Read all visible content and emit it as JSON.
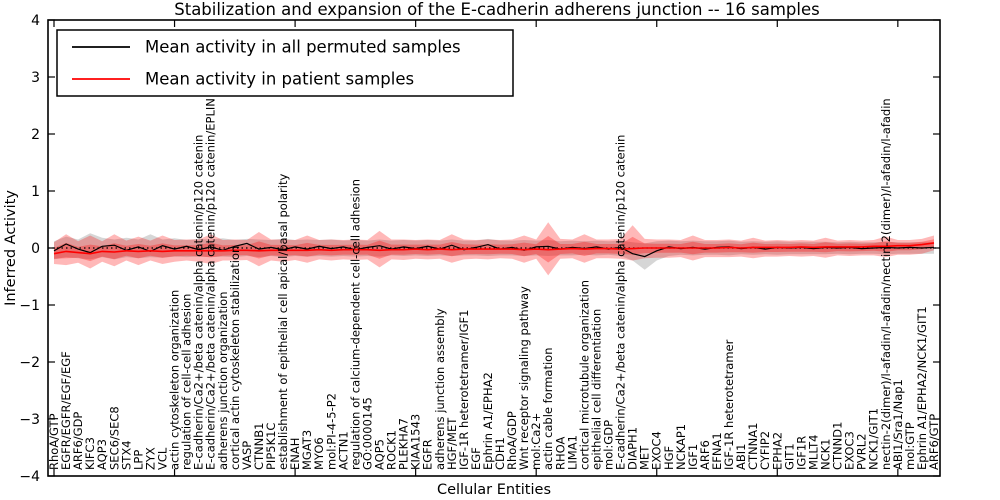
{
  "title": "Stabilization and expansion of the E-cadherin adherens junction -- 16 samples",
  "chart_data": {
    "type": "line",
    "title": "Stabilization and expansion of the E-cadherin adherens junction -- 16 samples",
    "xlabel": "Cellular Entities",
    "ylabel": "Inferred Activity",
    "ylim": [
      -4,
      4
    ],
    "yticks": [
      4,
      3,
      2,
      1,
      0,
      -1,
      -2,
      -3,
      -4
    ],
    "grid": false,
    "zero_line": "dotted",
    "legend_position": "upper left",
    "legend": [
      {
        "label": "Mean activity in all permuted samples",
        "color": "#000000"
      },
      {
        "label": "Mean activity in patient samples",
        "color": "#ff0000"
      }
    ],
    "categories": [
      "RhoA/GTP",
      "EGFR/EGFR/EGF/EGF",
      "ARF6/GDP",
      "KIFC3",
      "AQP3",
      "SEC6/SEC8",
      "STX4",
      "LPP",
      "ZYX",
      "VCL",
      "actin cytoskeleton organization",
      "regulation of cell-cell adhesion",
      "E-cadherin/Ca2+/beta catenin/alpha catenin/p120 catenin",
      "E-cadherin/Ca2+/beta catenin/alpha catenin/p120 catenin/EPLIN",
      "adherens junction organization",
      "cortical actin cytoskeleton stabilization",
      "VASP",
      "CTNNB1",
      "PIP5K1C",
      "establishment of epithelial cell apical/basal polarity",
      "ENAH",
      "MGAT3",
      "MYO6",
      "mol:PI-4-5-P2",
      "ACTN1",
      "regulation of calcium-dependent cell-cell adhesion",
      "GO:0000145",
      "AQP5",
      "ROCK1",
      "PLEKHA7",
      "KIAA1543",
      "EGFR",
      "adherens junction assembly",
      "HGF/MET",
      "IGF-1R heterotetramer/IGF1",
      "EGF",
      "Ephrin A1/EPHA2",
      "CDH1",
      "RhoA/GDP",
      "Wnt receptor signaling pathway",
      "mol:Ca2+",
      "actin cable formation",
      "RHOA",
      "LIMA1",
      "cortical microtubule organization",
      "epithelial cell differentiation",
      "mol:GDP",
      "E-cadherin/Ca2+/beta catenin/alpha catenin/p120 catenin",
      "DIAPH1",
      "MET",
      "EXOC4",
      "HGF",
      "NCKAP1",
      "IGF1",
      "ARF6",
      "EFNA1",
      "IGF-1R heterotetramer",
      "ABI1",
      "CTNNA1",
      "CYFIP2",
      "EPHA2",
      "GIT1",
      "IGF1R",
      "MLLT4",
      "NCK1",
      "CTNND1",
      "EXOC3",
      "PVRL2",
      "NCK1/GIT1",
      "nectin-2(dimer)/l-afadin/l-afadin/nectin-2(dimer)/l-afadin/l-afadin",
      "ABI1/Sra1/Nap1",
      "mol:GTP",
      "Ephrin A1/EPHA2/NCK1/GIT1",
      "ARF6/GTP"
    ],
    "series": [
      {
        "name": "Mean activity in all permuted samples",
        "color": "#000000",
        "band_color": "#999999",
        "values": [
          -0.05,
          0.07,
          -0.02,
          -0.08,
          0.03,
          0.05,
          -0.04,
          0.02,
          -0.06,
          0.04,
          -0.02,
          0.03,
          -0.03,
          0.02,
          -0.04,
          0.03,
          0.08,
          -0.02,
          0.01,
          -0.03,
          0.02,
          -0.02,
          0.03,
          -0.01,
          0.02,
          -0.03,
          0.01,
          0.04,
          -0.02,
          0.02,
          -0.01,
          0.03,
          -0.02,
          0.05,
          -0.03,
          0.01,
          0.06,
          -0.02,
          0.01,
          -0.04,
          0.02,
          0.03,
          -0.02,
          0.01,
          -0.01,
          0.02,
          -0.02,
          0.01,
          -0.1,
          -0.15,
          -0.05,
          0.02,
          -0.01,
          0.01,
          -0.02,
          0.01,
          0.02,
          -0.01,
          0.01,
          -0.02,
          0.01,
          0.0,
          0.01,
          -0.01,
          0.01,
          0.0,
          0.01,
          -0.01,
          0.0,
          0.01,
          0.0,
          0.01,
          0.0,
          0.01
        ],
        "band_upper": [
          0.12,
          0.2,
          0.15,
          0.26,
          0.18,
          0.15,
          0.18,
          0.15,
          0.24,
          0.15,
          0.17,
          0.14,
          0.16,
          0.15,
          0.17,
          0.14,
          0.16,
          0.15,
          0.14,
          0.16,
          0.14,
          0.15,
          0.14,
          0.15,
          0.13,
          0.14,
          0.13,
          0.15,
          0.13,
          0.14,
          0.13,
          0.14,
          0.13,
          0.15,
          0.13,
          0.13,
          0.16,
          0.13,
          0.13,
          0.14,
          0.13,
          0.14,
          0.12,
          0.13,
          0.12,
          0.13,
          0.12,
          0.13,
          0.1,
          0.08,
          0.12,
          0.13,
          0.12,
          0.13,
          0.12,
          0.12,
          0.13,
          0.11,
          0.12,
          0.11,
          0.12,
          0.11,
          0.11,
          0.11,
          0.11,
          0.1,
          0.11,
          0.1,
          0.1,
          0.11,
          0.1,
          0.1,
          0.1,
          0.1
        ],
        "band_lower": [
          -0.2,
          -0.16,
          -0.18,
          -0.2,
          -0.16,
          -0.2,
          -0.16,
          -0.18,
          -0.16,
          -0.17,
          -0.15,
          -0.16,
          -0.15,
          -0.16,
          -0.15,
          -0.16,
          -0.14,
          -0.16,
          -0.14,
          -0.16,
          -0.14,
          -0.15,
          -0.14,
          -0.15,
          -0.14,
          -0.15,
          -0.14,
          -0.15,
          -0.13,
          -0.14,
          -0.13,
          -0.14,
          -0.13,
          -0.14,
          -0.13,
          -0.13,
          -0.14,
          -0.13,
          -0.13,
          -0.14,
          -0.13,
          -0.14,
          -0.13,
          -0.13,
          -0.12,
          -0.13,
          -0.12,
          -0.14,
          -0.22,
          -0.38,
          -0.22,
          -0.14,
          -0.12,
          -0.13,
          -0.12,
          -0.12,
          -0.13,
          -0.11,
          -0.12,
          -0.11,
          -0.12,
          -0.11,
          -0.11,
          -0.11,
          -0.11,
          -0.1,
          -0.11,
          -0.1,
          -0.1,
          -0.11,
          -0.1,
          -0.1,
          -0.1,
          -0.1
        ]
      },
      {
        "name": "Mean activity in patient samples",
        "color": "#ff0000",
        "band_color": "#ff0000",
        "values": [
          -0.1,
          -0.06,
          -0.08,
          -0.1,
          -0.06,
          -0.07,
          -0.05,
          -0.06,
          -0.05,
          -0.06,
          -0.05,
          -0.05,
          -0.05,
          -0.05,
          -0.05,
          -0.04,
          -0.04,
          -0.05,
          -0.04,
          -0.04,
          -0.04,
          -0.04,
          -0.03,
          -0.04,
          -0.03,
          -0.03,
          -0.03,
          -0.04,
          -0.03,
          -0.03,
          -0.02,
          -0.03,
          -0.02,
          -0.03,
          -0.02,
          -0.02,
          -0.02,
          -0.02,
          -0.02,
          -0.03,
          -0.02,
          -0.03,
          -0.02,
          -0.01,
          -0.02,
          -0.01,
          -0.01,
          -0.02,
          -0.01,
          0.0,
          0.0,
          0.0,
          0.0,
          0.0,
          0.0,
          0.0,
          0.01,
          0.0,
          0.01,
          0.01,
          0.01,
          0.01,
          0.02,
          0.01,
          0.02,
          0.02,
          0.02,
          0.02,
          0.03,
          0.03,
          0.04,
          0.04,
          0.06,
          0.09
        ],
        "band_upper": [
          0.1,
          0.24,
          0.12,
          0.22,
          0.12,
          0.24,
          0.13,
          0.2,
          0.13,
          0.22,
          0.14,
          0.15,
          0.15,
          0.24,
          0.14,
          0.15,
          0.14,
          0.28,
          0.15,
          0.15,
          0.14,
          0.22,
          0.14,
          0.15,
          0.14,
          0.15,
          0.14,
          0.3,
          0.15,
          0.15,
          0.14,
          0.15,
          0.14,
          0.24,
          0.15,
          0.14,
          0.15,
          0.14,
          0.15,
          0.22,
          0.15,
          0.45,
          0.16,
          0.15,
          0.24,
          0.15,
          0.15,
          0.16,
          0.4,
          0.16,
          0.15,
          0.15,
          0.14,
          0.22,
          0.14,
          0.14,
          0.15,
          0.13,
          0.18,
          0.13,
          0.14,
          0.13,
          0.14,
          0.13,
          0.18,
          0.13,
          0.14,
          0.13,
          0.14,
          0.2,
          0.14,
          0.14,
          0.16,
          0.22
        ],
        "band_lower": [
          -0.28,
          -0.3,
          -0.26,
          -0.36,
          -0.24,
          -0.32,
          -0.22,
          -0.3,
          -0.22,
          -0.28,
          -0.24,
          -0.22,
          -0.24,
          -0.28,
          -0.22,
          -0.22,
          -0.21,
          -0.32,
          -0.22,
          -0.24,
          -0.21,
          -0.26,
          -0.2,
          -0.22,
          -0.2,
          -0.21,
          -0.2,
          -0.34,
          -0.2,
          -0.21,
          -0.19,
          -0.2,
          -0.19,
          -0.26,
          -0.2,
          -0.19,
          -0.2,
          -0.18,
          -0.19,
          -0.26,
          -0.19,
          -0.48,
          -0.19,
          -0.18,
          -0.26,
          -0.18,
          -0.18,
          -0.19,
          -0.22,
          -0.18,
          -0.17,
          -0.17,
          -0.16,
          -0.22,
          -0.16,
          -0.16,
          -0.16,
          -0.15,
          -0.18,
          -0.15,
          -0.15,
          -0.14,
          -0.15,
          -0.14,
          -0.17,
          -0.13,
          -0.14,
          -0.13,
          -0.13,
          -0.16,
          -0.12,
          -0.12,
          -0.1,
          -0.04
        ]
      }
    ]
  }
}
